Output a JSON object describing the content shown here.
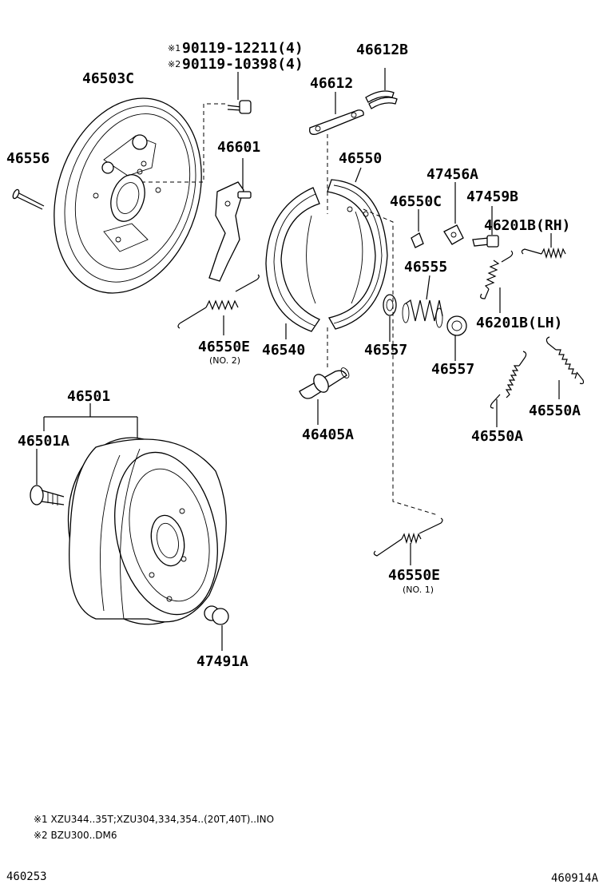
{
  "callouts": {
    "n46503C": "46503C",
    "n46556": "46556",
    "bolt1": "90119-12211(4)",
    "bolt2": "90119-10398(4)",
    "n46612B": "46612B",
    "n46612": "46612",
    "n46601": "46601",
    "n46550": "46550",
    "n47456A": "47456A",
    "n46550C": "46550C",
    "n47459B": "47459B",
    "n46201B_RH": "46201B(RH)",
    "n46555": "46555",
    "n46201B_LH": "46201B(LH)",
    "n46550E_no2": "46550E",
    "no2": "(NO. 2)",
    "n46540": "46540",
    "n46557_a": "46557",
    "n46557_b": "46557",
    "n46550A_a": "46550A",
    "n46550A_b": "46550A",
    "n46405A": "46405A",
    "n46501": "46501",
    "n46501A": "46501A",
    "n46550E_no1": "46550E",
    "no1": "(NO. 1)",
    "n47491A": "47491A"
  },
  "marks": {
    "m1": "※1",
    "m2": "※2"
  },
  "notes": {
    "note1": "※1 XZU344..35T;XZU304,334,354..(20T,40T)..INO",
    "note2": "※2 BZU300..DM6"
  },
  "codes": {
    "left": "460253",
    "right": "460914A"
  }
}
